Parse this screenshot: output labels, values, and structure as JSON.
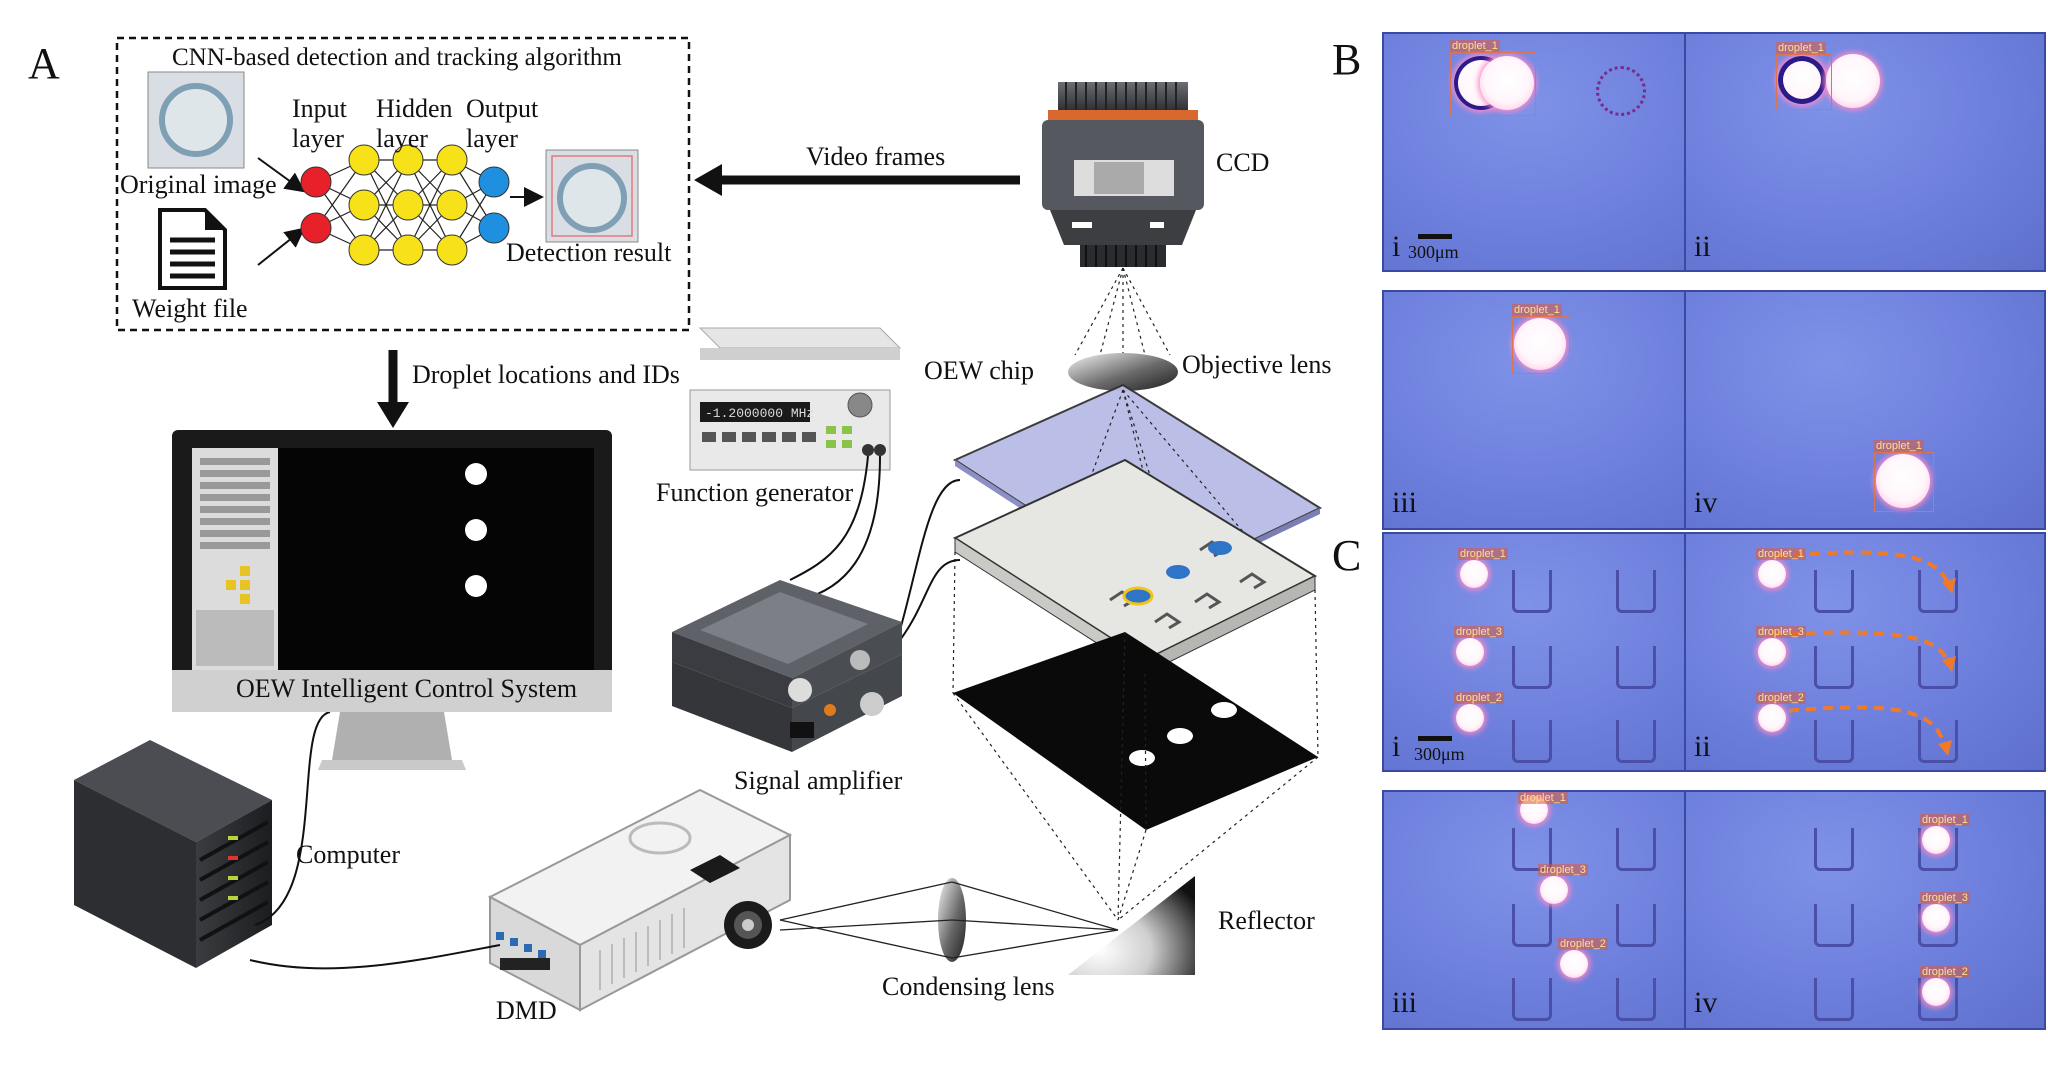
{
  "panels": {
    "a": "A",
    "b": "B",
    "c": "C"
  },
  "cnn": {
    "title": "CNN-based detection and tracking algorithm",
    "input_layer": [
      "Input",
      "layer"
    ],
    "hidden_layer": [
      "Hidden",
      "layer"
    ],
    "output_layer": [
      "Output",
      "layer"
    ],
    "original_image": "Original image",
    "weight_file": "Weight file",
    "detection_result": "Detection result"
  },
  "labels": {
    "video_frames": "Video frames",
    "ccd": "CCD",
    "droplet_locations": "Droplet locations and IDs",
    "function_generator": "Function generator",
    "oew_chip": "OEW chip",
    "objective_lens": "Objective lens",
    "signal_amplifier": "Signal amplifier",
    "oew_control_system": "OEW Intelligent Control System",
    "computer": "Computer",
    "dmd": "DMD",
    "condensing_lens": "Condensing lens",
    "reflector": "Reflector"
  },
  "function_generator_display": "-1.2000000 MHz",
  "micro_b": [
    {
      "roman": "i",
      "scale": "300μm",
      "labels": [
        "droplet_1"
      ]
    },
    {
      "roman": "ii",
      "labels": [
        "droplet_1"
      ]
    },
    {
      "roman": "iii",
      "labels": [
        "droplet_1"
      ]
    },
    {
      "roman": "iv",
      "labels": [
        "droplet_1"
      ]
    }
  ],
  "micro_c": [
    {
      "roman": "i",
      "scale": "300μm",
      "labels": [
        "droplet_1",
        "droplet_3",
        "droplet_2"
      ]
    },
    {
      "roman": "ii",
      "labels": [
        "droplet_1",
        "droplet_3",
        "droplet_2"
      ]
    },
    {
      "roman": "iii",
      "labels": [
        "droplet_1",
        "droplet_3",
        "droplet_2"
      ]
    },
    {
      "roman": "iv",
      "labels": [
        "droplet_1",
        "droplet_3",
        "droplet_2"
      ]
    }
  ],
  "colors": {
    "input_node": "#e8202a",
    "hidden_node": "#f7e21a",
    "output_node": "#1f8fe0",
    "micro_bg": "#6d7fdc",
    "droplet_glow": "#ff8ac8",
    "track_arrow": "#f07a2a"
  }
}
